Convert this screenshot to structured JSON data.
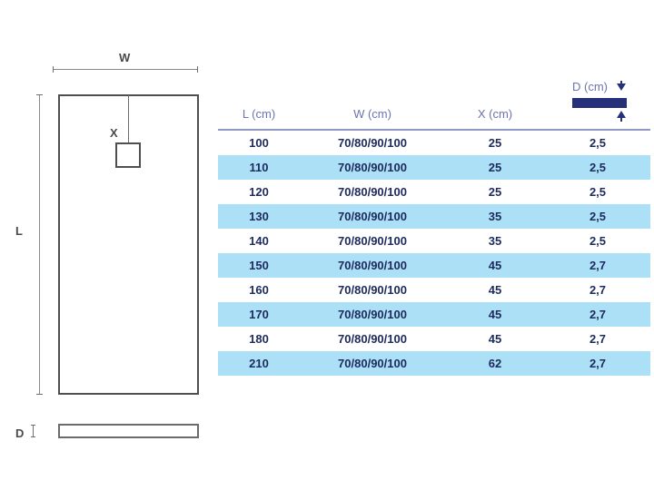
{
  "drawing": {
    "width_label": "W",
    "length_label": "L",
    "offset_label": "X",
    "depth_label": "D",
    "top_view_name": "shower-tray-top-view",
    "side_view_name": "shower-tray-side-view",
    "drain_name": "drain-outlet"
  },
  "table": {
    "depth_header_label": "D (cm)",
    "columns": [
      "L (cm)",
      "W (cm)",
      "X (cm)",
      "D (cm)"
    ],
    "rows": [
      {
        "l": "100",
        "w": "70/80/90/100",
        "x": "25",
        "d": "2,5"
      },
      {
        "l": "110",
        "w": "70/80/90/100",
        "x": "25",
        "d": "2,5"
      },
      {
        "l": "120",
        "w": "70/80/90/100",
        "x": "25",
        "d": "2,5"
      },
      {
        "l": "130",
        "w": "70/80/90/100",
        "x": "35",
        "d": "2,5"
      },
      {
        "l": "140",
        "w": "70/80/90/100",
        "x": "35",
        "d": "2,5"
      },
      {
        "l": "150",
        "w": "70/80/90/100",
        "x": "45",
        "d": "2,7"
      },
      {
        "l": "160",
        "w": "70/80/90/100",
        "x": "45",
        "d": "2,7"
      },
      {
        "l": "170",
        "w": "70/80/90/100",
        "x": "45",
        "d": "2,7"
      },
      {
        "l": "180",
        "w": "70/80/90/100",
        "x": "45",
        "d": "2,7"
      },
      {
        "l": "210",
        "w": "70/80/90/100",
        "x": "62",
        "d": "2,7"
      }
    ]
  },
  "colors": {
    "row_highlight": "#ace0f7",
    "header_text": "#6b74ad",
    "body_text": "#1d2a5c",
    "navy_bar": "#26307a",
    "outline": "#4f4f4f"
  }
}
